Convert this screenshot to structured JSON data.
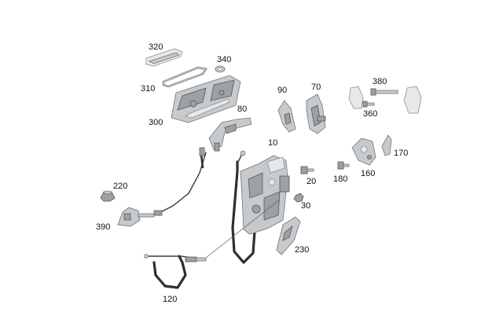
{
  "diagram": {
    "parts": [
      {
        "id": "p320",
        "label": "320"
      },
      {
        "id": "p340",
        "label": "340"
      },
      {
        "id": "p310",
        "label": "310"
      },
      {
        "id": "p300",
        "label": "300"
      },
      {
        "id": "p80",
        "label": "80"
      },
      {
        "id": "p90",
        "label": "90"
      },
      {
        "id": "p70",
        "label": "70"
      },
      {
        "id": "p380",
        "label": "380"
      },
      {
        "id": "p360",
        "label": "360"
      },
      {
        "id": "p10",
        "label": "10"
      },
      {
        "id": "p170",
        "label": "170"
      },
      {
        "id": "p160",
        "label": "160"
      },
      {
        "id": "p180",
        "label": "180"
      },
      {
        "id": "p20",
        "label": "20"
      },
      {
        "id": "p30",
        "label": "30"
      },
      {
        "id": "p230",
        "label": "230"
      },
      {
        "id": "p220",
        "label": "220"
      },
      {
        "id": "p390",
        "label": "390"
      },
      {
        "id": "p120",
        "label": "120"
      }
    ]
  }
}
